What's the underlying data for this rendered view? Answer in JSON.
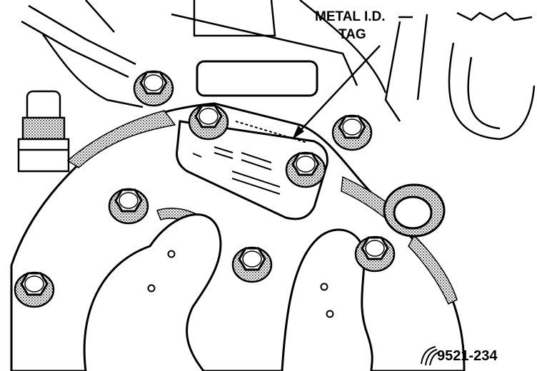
{
  "callout": {
    "line1": "METAL I.D.",
    "line2": "TAG"
  },
  "figure": {
    "number": "9521-234"
  },
  "colors": {
    "ink": "#000000",
    "paper": "#ffffff"
  }
}
